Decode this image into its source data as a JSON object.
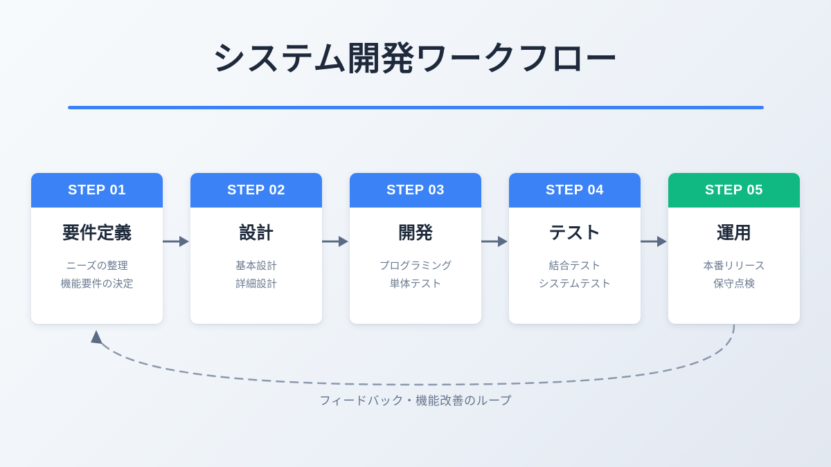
{
  "header": {
    "title": "システム開発ワークフロー",
    "rule_color": "#3b82f6"
  },
  "steps": [
    {
      "badge": "STEP 01",
      "badge_color": "#3b82f6",
      "title": "要件定義",
      "desc_line1": "ニーズの整理",
      "desc_line2": "機能要件の決定"
    },
    {
      "badge": "STEP 02",
      "badge_color": "#3b82f6",
      "title": "設計",
      "desc_line1": "基本設計",
      "desc_line2": "詳細設計"
    },
    {
      "badge": "STEP 03",
      "badge_color": "#3b82f6",
      "title": "開発",
      "desc_line1": "プログラミング",
      "desc_line2": "単体テスト"
    },
    {
      "badge": "STEP 04",
      "badge_color": "#3b82f6",
      "title": "テスト",
      "desc_line1": "結合テスト",
      "desc_line2": "システムテスト"
    },
    {
      "badge": "STEP 05",
      "badge_color": "#10b981",
      "title": "運用",
      "desc_line1": "本番リリース",
      "desc_line2": "保守点検"
    }
  ],
  "loop": {
    "caption": "フィードバック・機能改善のループ",
    "line_color": "#64748b",
    "style": "dashed"
  },
  "arrows": {
    "count": 4,
    "color": "#5b6b85",
    "icon": "arrow-right-icon"
  },
  "background": {
    "gradient_from": "#f7fafc",
    "gradient_to": "#e2e7f0"
  }
}
